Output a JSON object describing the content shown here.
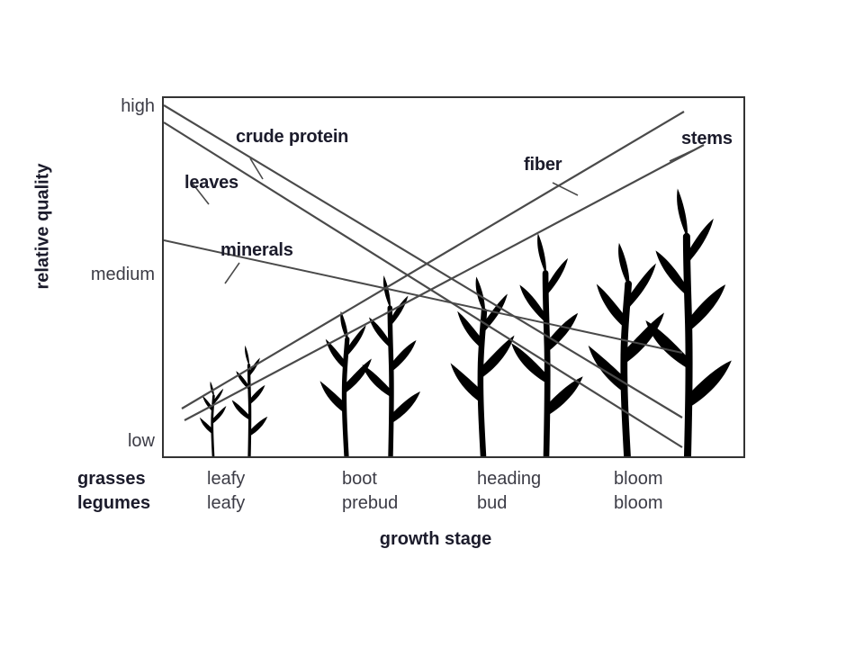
{
  "chart_data": {
    "type": "line",
    "title": "",
    "xlabel": "growth stage",
    "ylabel": "relative quality",
    "grid": false,
    "legend_position": "inline-annotations",
    "y_ticks": [
      "high",
      "medium",
      "low"
    ],
    "ylim": [
      "low",
      "high"
    ],
    "categories": [
      "leafy",
      "boot",
      "heading",
      "bloom"
    ],
    "category_rows": [
      {
        "row_label": "grasses",
        "values": [
          "leafy",
          "boot",
          "heading",
          "bloom"
        ]
      },
      {
        "row_label": "legumes",
        "values": [
          "leafy",
          "prebud",
          "bud",
          "bloom"
        ]
      }
    ],
    "series": [
      {
        "name": "crude protein",
        "trend": "decreasing",
        "start_quality": "high",
        "end_quality": "low",
        "points": [
          {
            "x": "leafy",
            "y": 0.97
          },
          {
            "x": "boot",
            "y": 0.66
          },
          {
            "x": "heading",
            "y": 0.4
          },
          {
            "x": "bloom",
            "y": 0.13
          }
        ]
      },
      {
        "name": "leaves",
        "trend": "decreasing",
        "start_quality": "high",
        "end_quality": "low",
        "points": [
          {
            "x": "leafy",
            "y": 0.92
          },
          {
            "x": "boot",
            "y": 0.61
          },
          {
            "x": "heading",
            "y": 0.34
          },
          {
            "x": "bloom",
            "y": 0.06
          }
        ]
      },
      {
        "name": "minerals",
        "trend": "decreasing",
        "start_quality": "medium",
        "end_quality": "low",
        "points": [
          {
            "x": "leafy",
            "y": 0.6
          },
          {
            "x": "boot",
            "y": 0.5
          },
          {
            "x": "heading",
            "y": 0.4
          },
          {
            "x": "bloom",
            "y": 0.3
          }
        ]
      },
      {
        "name": "fiber",
        "trend": "increasing",
        "start_quality": "low",
        "end_quality": "high",
        "points": [
          {
            "x": "leafy",
            "y": 0.14
          },
          {
            "x": "boot",
            "y": 0.4
          },
          {
            "x": "heading",
            "y": 0.66
          },
          {
            "x": "bloom",
            "y": 0.92
          }
        ]
      },
      {
        "name": "stems",
        "trend": "increasing",
        "start_quality": "low",
        "end_quality": "high",
        "points": [
          {
            "x": "leafy",
            "y": 0.09
          },
          {
            "x": "boot",
            "y": 0.33
          },
          {
            "x": "heading",
            "y": 0.58
          },
          {
            "x": "bloom",
            "y": 0.83
          }
        ]
      }
    ],
    "annotations": [
      {
        "label": "crude protein",
        "target_series": "crude protein"
      },
      {
        "label": "leaves",
        "target_series": "leaves"
      },
      {
        "label": "minerals",
        "target_series": "minerals"
      },
      {
        "label": "fiber",
        "target_series": "fiber"
      },
      {
        "label": "stems",
        "target_series": "stems"
      }
    ],
    "illustration": "four hand-drawn forage plant silhouettes per growth stage, increasing in height left to right"
  },
  "axes": {
    "y_title": "relative quality",
    "y_tick_high": "high",
    "y_tick_medium": "medium",
    "y_tick_low": "low",
    "x_title": "growth stage"
  },
  "x_axis_table": {
    "row_label_grasses": "grasses",
    "row_label_legumes": "legumes",
    "col0_grasses": "leafy",
    "col0_legumes": "leafy",
    "col1_grasses": "boot",
    "col1_legumes": "prebud",
    "col2_grasses": "heading",
    "col2_legumes": "bud",
    "col3_grasses": "bloom",
    "col3_legumes": "bloom"
  },
  "series_labels": {
    "crude_protein": "crude protein",
    "leaves": "leaves",
    "minerals": "minerals",
    "fiber": "fiber",
    "stems": "stems"
  },
  "colors": {
    "line": "#4a4a4a",
    "frame": "#333333",
    "label_text": "#1b1b2b",
    "tick_text": "#3c3c46",
    "plant": "#000000",
    "background": "#ffffff"
  }
}
